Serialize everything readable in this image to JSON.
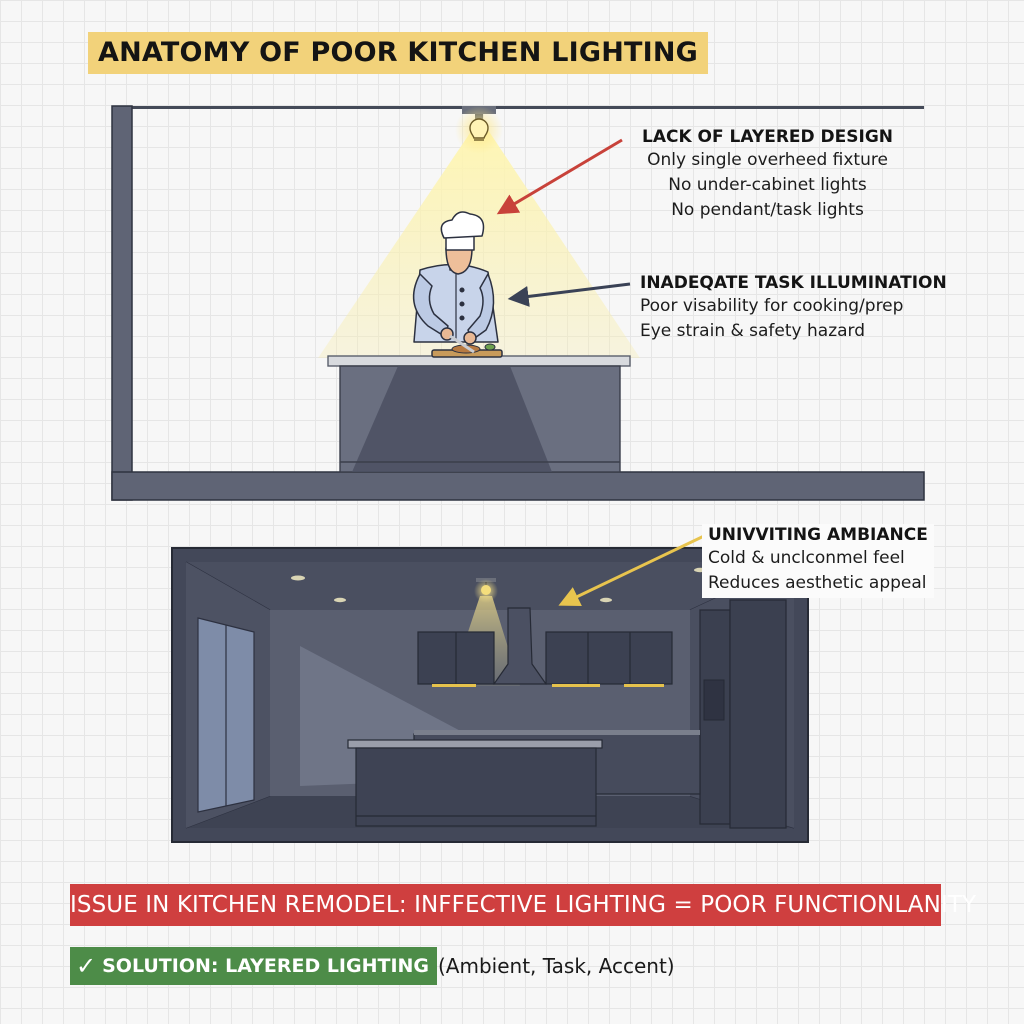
{
  "title": "ANATOMY OF POOR KITCHEN LIGHTING",
  "callouts": [
    {
      "heading": "LACK OF LAYERED DESIGN",
      "lines": [
        "Only single overheed fixture",
        "No under-cabinet lights",
        "No pendant/task lights"
      ]
    },
    {
      "heading": "INADEQATE TASK ILLUMINATION",
      "lines": [
        "Poor visability for cooking/prep",
        "Eye strain & safety hazard"
      ]
    },
    {
      "heading": "UNIVVITING AMBIANCE",
      "lines": [
        "Cold & unclconmel feel",
        "Reduces aesthetic appeal"
      ]
    }
  ],
  "issue_banner": "ISSUE IN KITCHEN REMODEL: INFFECTIVE LIGHTING = POOR FUNCTIONLANITY",
  "solution": {
    "check": "✓",
    "label": "SOLUTION: LAYERED LIGHTING",
    "note": "(Ambient, Task, Accent)"
  },
  "colors": {
    "title_highlight": "#f2d27a",
    "issue_red": "#cf3f3f",
    "solution_green": "#4d8c48",
    "wall_slate": "#5f6475",
    "light_cone": "#f6eb9c",
    "arrow_red": "#c8423a",
    "arrow_navy": "#3a4256",
    "arrow_yellow": "#e8c44e"
  },
  "icons": [
    "bulb-icon",
    "chef-figure",
    "checkmark-icon"
  ]
}
